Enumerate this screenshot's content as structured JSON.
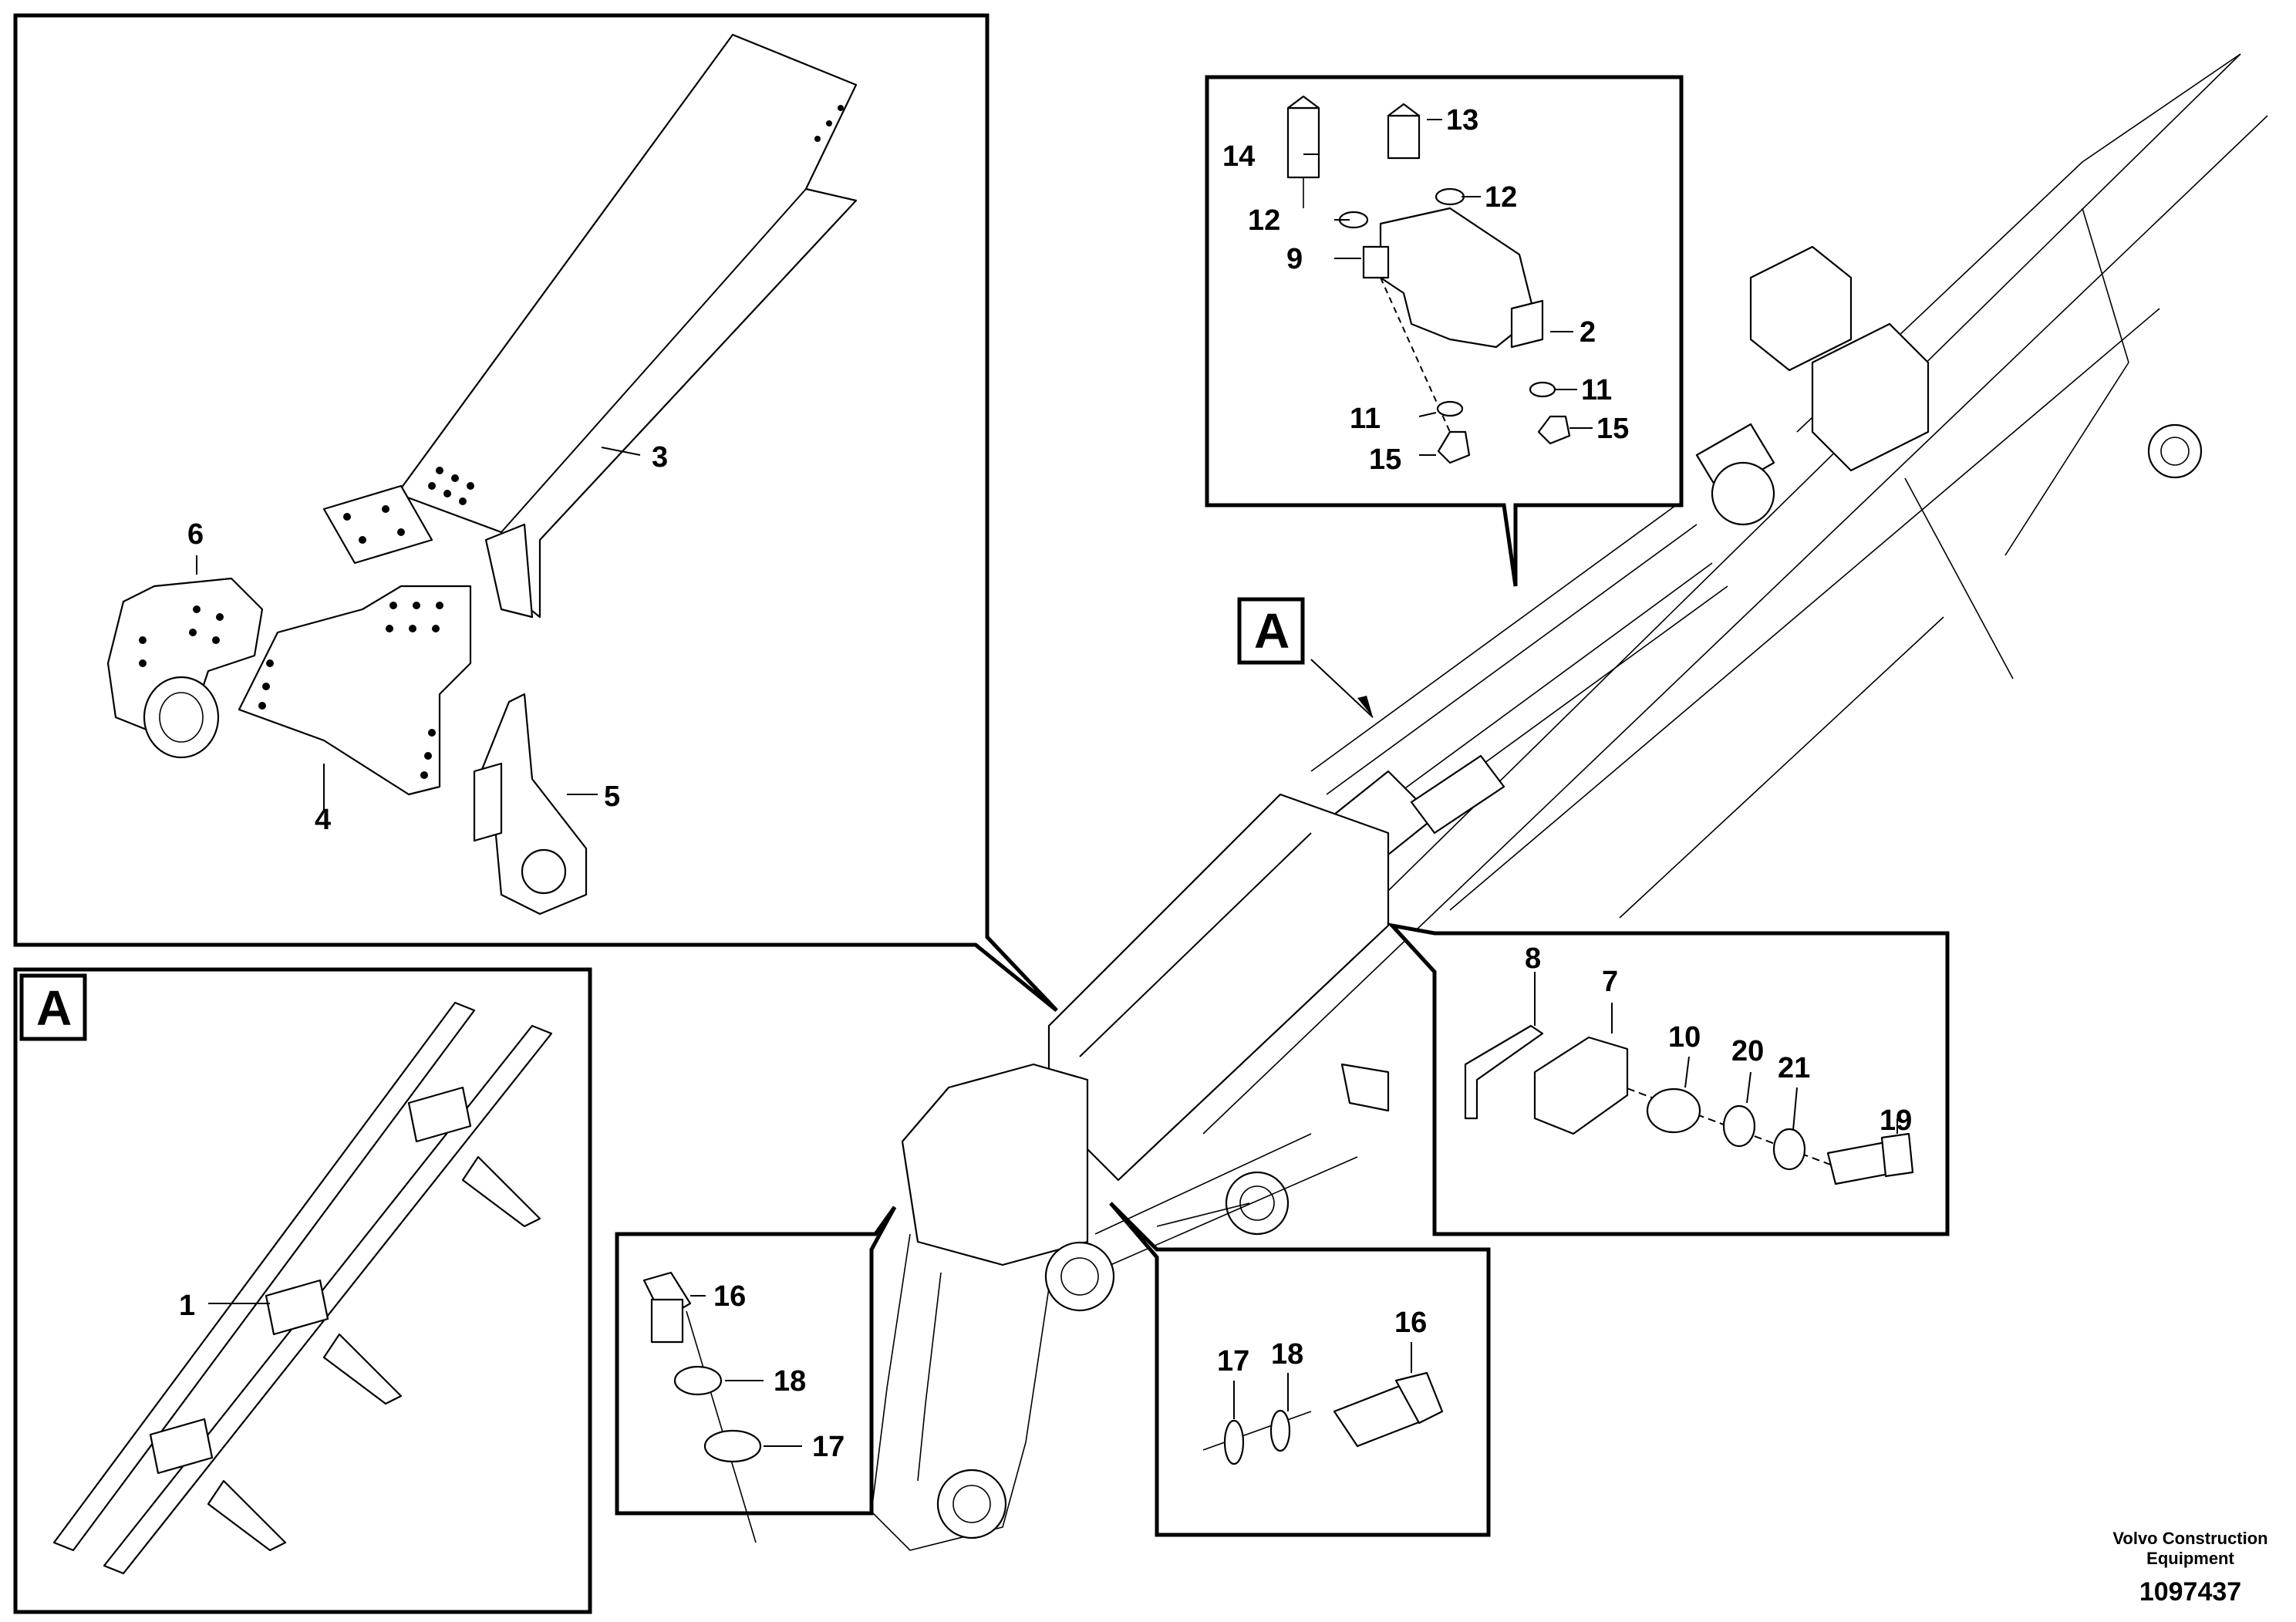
{
  "detail_marker": "A",
  "labels": {
    "p1": "1",
    "p2": "2",
    "p3": "3",
    "p4": "4",
    "p5": "5",
    "p6": "6",
    "p7": "7",
    "p8": "8",
    "p9": "9",
    "p10": "10",
    "p11a": "11",
    "p11b": "11",
    "p12a": "12",
    "p12b": "12",
    "p13": "13",
    "p14": "14",
    "p15a": "15",
    "p15b": "15",
    "p16a": "16",
    "p16b": "16",
    "p17a": "17",
    "p17b": "17",
    "p18a": "18",
    "p18b": "18",
    "p19": "19",
    "p20": "20",
    "p21": "21"
  },
  "caption": {
    "line1": "Volvo Construction",
    "line2": "Equipment",
    "doc_number": "1097437"
  }
}
